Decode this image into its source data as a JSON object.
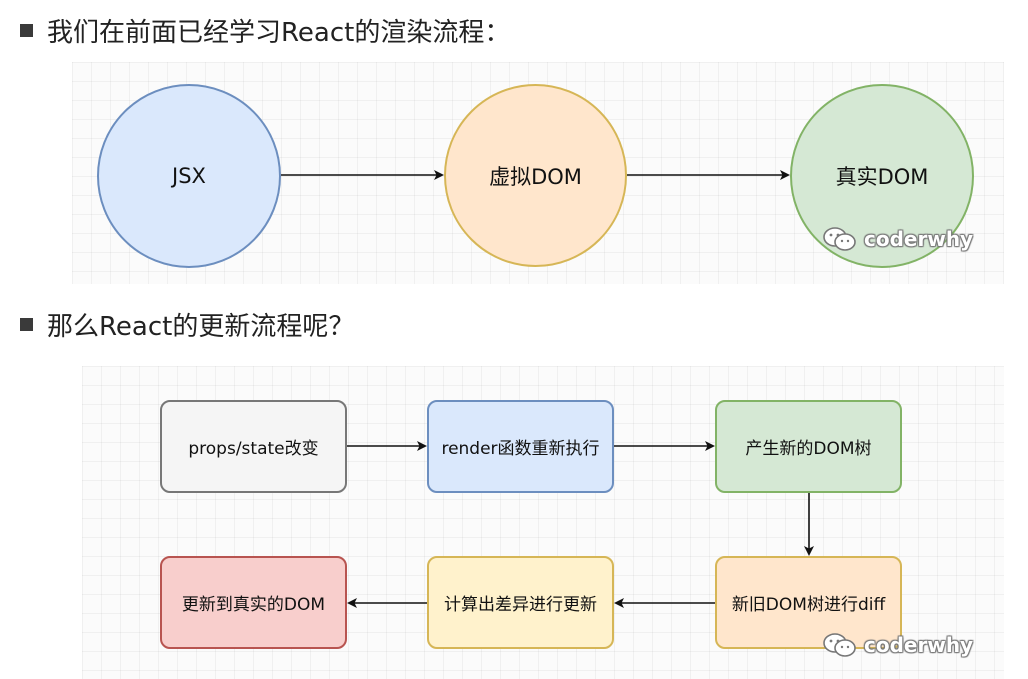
{
  "headings": {
    "render": "我们在前面已经学习React的渲染流程：",
    "update": "那么React的更新流程呢？"
  },
  "render_flow": {
    "nodes": [
      "JSX",
      "虚拟DOM",
      "真实DOM"
    ]
  },
  "update_flow": {
    "nodes": [
      "props/state改变",
      "render函数重新执行",
      "产生新的DOM树",
      "新旧DOM树进行diff",
      "计算出差异进行更新",
      "更新到真实的DOM"
    ]
  },
  "watermark": {
    "text": "coderwhy",
    "icon": "wechat-icon"
  },
  "colors": {
    "blue_fill": "#dae8fc",
    "orange_fill": "#ffe6cc",
    "green_fill": "#d5e8d4",
    "gray_fill": "#f5f5f5",
    "yellow_fill": "#fff2cc",
    "red_fill": "#f8cecc",
    "arrow": "#111111"
  }
}
